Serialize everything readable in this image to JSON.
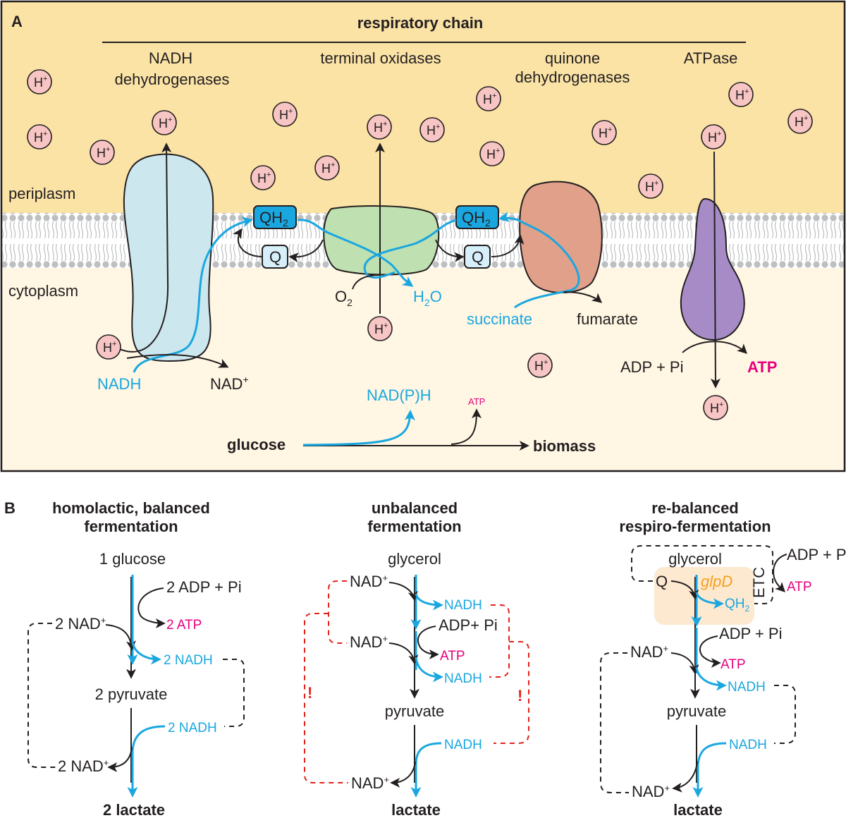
{
  "panelA": {
    "label": "A",
    "title": "respiratory chain",
    "complexes": {
      "nadh_dh": "NADH",
      "nadh_dh2": "dehydrogenases",
      "term_ox": "terminal oxidases",
      "quinone_dh": "quinone",
      "quinone_dh2": "dehydrogenases",
      "atpase": "ATPase"
    },
    "periplasm": "periplasm",
    "cytoplasm": "cytoplasm",
    "h_ion": "H",
    "h_plus": "+",
    "qh2": "QH",
    "sub2": "2",
    "q": "Q",
    "o2": "O",
    "h2o_h": "H",
    "h2o_o": "O",
    "nadh": "NADH",
    "nad_plus": "NAD",
    "succinate": "succinate",
    "fumarate": "fumarate",
    "adp_pi": "ADP + Pi",
    "atp": "ATP",
    "nadph": "NAD(P)H",
    "atp_small": "ATP",
    "glucose": "glucose",
    "biomass": "biomass"
  },
  "panelB": {
    "label": "B",
    "col1": {
      "title1": "homolactic, balanced",
      "title2": "fermentation",
      "substrate": "1 glucose",
      "adp": "2 ADP + Pi",
      "atp": "2 ATP",
      "nad_top": "2 NAD",
      "nadh_top": "2 NADH",
      "intermediate": "2 pyruvate",
      "nadh_bottom": "2 NADH",
      "nad_bottom": "2 NAD",
      "product": "2 lactate"
    },
    "col2": {
      "title1": "unbalanced",
      "title2": "fermentation",
      "substrate": "glycerol",
      "nad1": "NAD",
      "nadh1": "NADH",
      "adp": "ADP+ Pi",
      "nad2": "NAD",
      "atp": "ATP",
      "nadh2": "NADH",
      "excl_left": "!",
      "excl_right": "!",
      "intermediate": "pyruvate",
      "nadh3": "NADH",
      "nad3": "NAD",
      "product": "lactate"
    },
    "col3": {
      "title1": "re-balanced",
      "title2": "respiro-fermentation",
      "substrate": "glycerol",
      "gene": "glpD",
      "q": "Q",
      "qh2": "QH",
      "etc": "ETC",
      "adp_etc": "ADP + Pi",
      "atp_etc": "ATP",
      "adp": "ADP + Pi",
      "nad_top": "NAD",
      "atp": "ATP",
      "nadh_top": "NADH",
      "intermediate": "pyruvate",
      "nadh_bottom": "NADH",
      "nad_bottom": "NAD",
      "product": "lactate"
    }
  },
  "colors": {
    "periplasm_bg": "#fbe3a6",
    "cytoplasm_bg": "#fff6e3",
    "nadh_dh_fill": "#cde7ee",
    "term_ox_fill": "#bfe0b0",
    "quinone_dh_fill": "#e0a08a",
    "atpase_fill": "#a68bc6",
    "qh2_fill": "#1aa7e0",
    "q_fill": "#d6effa",
    "proton_fill": "#f7c5c3",
    "blue_flux": "#1aa7e0",
    "atp_magenta": "#e6007e",
    "glpD_orange": "#f4a11d",
    "imbalance_red": "#e2231a"
  }
}
